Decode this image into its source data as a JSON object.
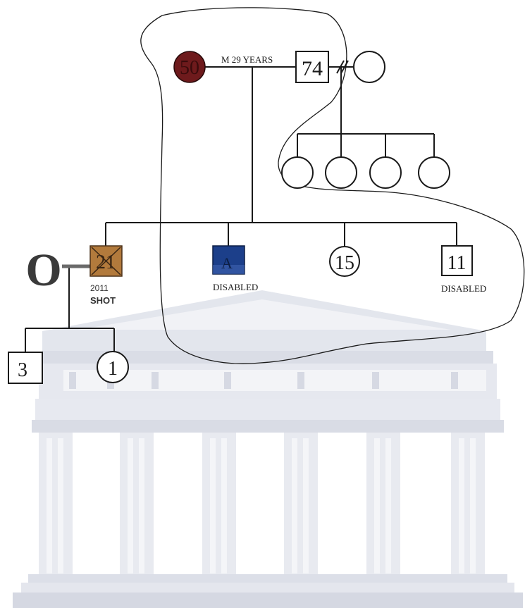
{
  "diagram": {
    "type": "genogram",
    "relationship_label": "M 29 YEARS",
    "mother_age": "50",
    "father_age": "74",
    "children": [
      {
        "id": "son_21",
        "age": "21",
        "notes": [
          "2011",
          "SHOT"
        ]
      },
      {
        "id": "child_a",
        "age": "A",
        "notes": [
          "DISABLED"
        ]
      },
      {
        "id": "daughter_15",
        "age": "15",
        "notes": []
      },
      {
        "id": "son_11",
        "age": "11",
        "notes": [
          "DISABLED"
        ]
      }
    ],
    "grandchildren": [
      {
        "id": "gson_3",
        "age": "3"
      },
      {
        "id": "gdaughter_1",
        "age": "1"
      }
    ],
    "partner_symbol": "O",
    "colors": {
      "mother_fill": "#6e1a1c",
      "son_21_fill": "#b27a3c",
      "child_a_fill": "#1c3f8a",
      "watermark": "#d9dde6"
    }
  }
}
